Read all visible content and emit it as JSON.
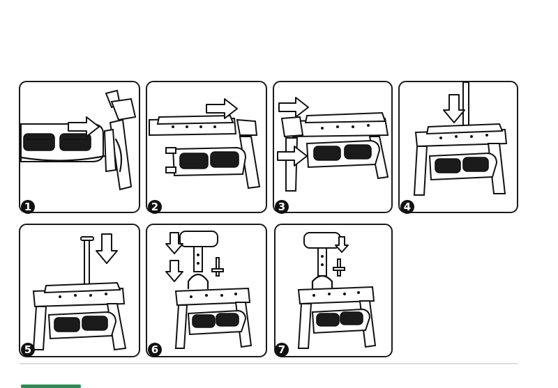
{
  "title": "",
  "steps": [
    {
      "number": "1"
    },
    {
      "number": "2"
    },
    {
      "number": "3"
    },
    {
      "number": "4"
    },
    {
      "number": "5"
    },
    {
      "number": "6"
    },
    {
      "number": "7"
    }
  ],
  "colors": {
    "line": "#111111",
    "background": "#ffffff",
    "accent_tab": "#2e8b57"
  }
}
